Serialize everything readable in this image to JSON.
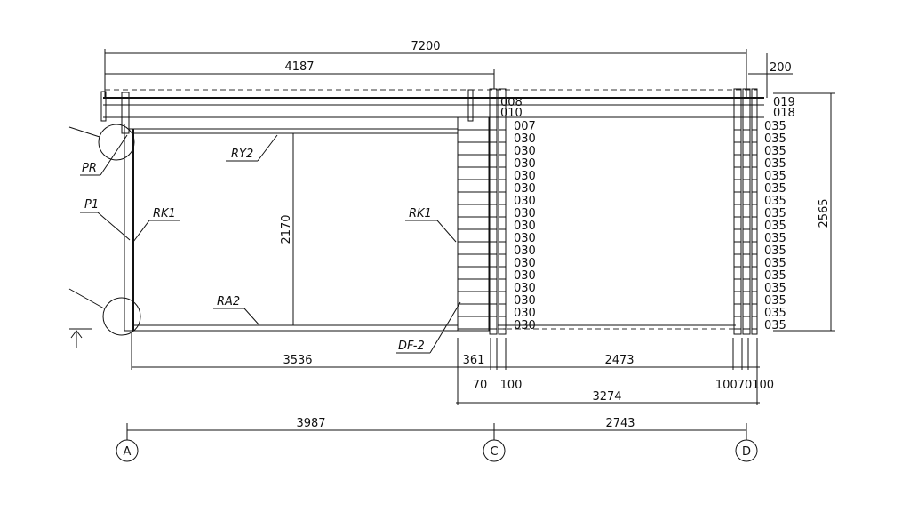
{
  "dimensions": {
    "overall_width": "7200",
    "left_section": "4187",
    "right_overhang": "200",
    "height_total": "2565",
    "door_height": "2170",
    "left_inner": "3536",
    "stair_width": "361",
    "right_inner": "2473",
    "dim_70_left": "70",
    "dim_100_left": "100",
    "dim_right_group": "10070100",
    "right_outer": "3274",
    "grid_a_c": "3987",
    "grid_c_d": "2743"
  },
  "labels": {
    "pr": "PR",
    "p1": "P1",
    "ry2": "RY2",
    "rk1_left": "RK1",
    "rk1_right": "RK1",
    "ra2": "RA2",
    "df2": "DF-2"
  },
  "grid_axes": [
    "A",
    "C",
    "D"
  ],
  "middle_column_codes": [
    "008",
    "010",
    "007",
    "030",
    "030",
    "030",
    "030",
    "030",
    "030",
    "030",
    "030",
    "030",
    "030",
    "030",
    "030",
    "030",
    "030",
    "030",
    "030"
  ],
  "right_column_codes": [
    "019",
    "018",
    "035",
    "035",
    "035",
    "035",
    "035",
    "035",
    "035",
    "035",
    "035",
    "035",
    "035",
    "035",
    "035",
    "035",
    "035",
    "035",
    "035"
  ]
}
